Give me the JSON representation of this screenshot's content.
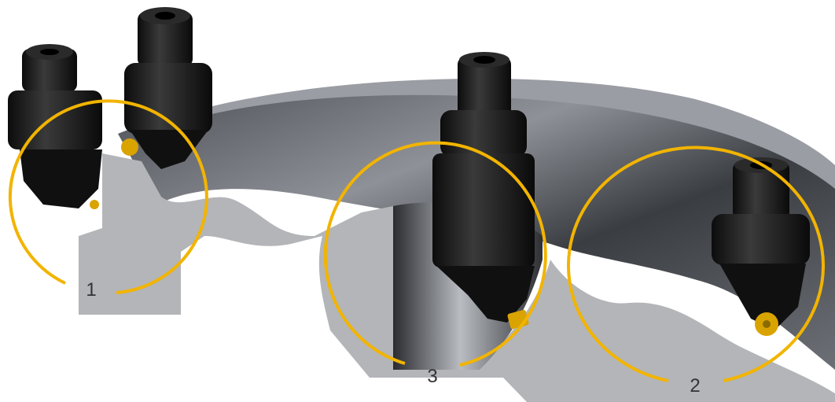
{
  "colors": {
    "background": "#ffffff",
    "callout_ring": "#f2b400",
    "workpiece_dark": "#2f3136",
    "workpiece_mid": "#6e7178",
    "workpiece_light": "#c9ccd1",
    "section_cut": "#b3b5b9",
    "tool_black": "#151515",
    "insert_gold": "#d9a300"
  },
  "icons": {
    "tool_holder": "cylindrical-boring-bar-icon",
    "insert": "carbide-insert-icon"
  },
  "callouts": [
    {
      "label": "1"
    },
    {
      "label": "2"
    },
    {
      "label": "3"
    }
  ]
}
